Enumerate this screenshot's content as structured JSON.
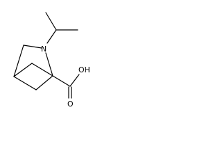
{
  "diagram": {
    "type": "skeletal-formula",
    "atom_labels": {
      "nitrogen": "N",
      "hydroxyl": "OH",
      "carbonyl_oxygen": "O"
    }
  }
}
